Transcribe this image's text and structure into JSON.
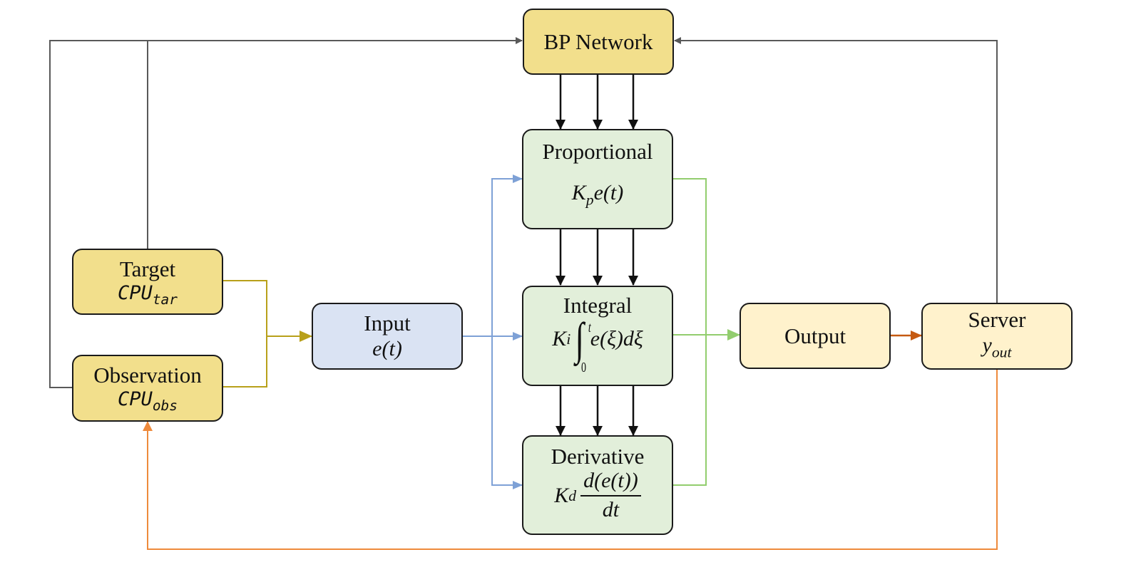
{
  "nodes": {
    "bp_network": {
      "label": "BP Network"
    },
    "target": {
      "label": "Target",
      "var_base": "CPU",
      "var_sub": "tar"
    },
    "observation": {
      "label": "Observation",
      "var_base": "CPU",
      "var_sub": "obs"
    },
    "input": {
      "label": "Input",
      "expr": "e(t)"
    },
    "proportional": {
      "label": "Proportional",
      "coef_base": "K",
      "coef_sub": "p",
      "expr": "e(t)"
    },
    "integral": {
      "label": "Integral",
      "coef_base": "K",
      "coef_sub": "i",
      "upper": "t",
      "lower": "0",
      "integrand": "e(ξ)dξ"
    },
    "derivative": {
      "label": "Derivative",
      "coef_base": "K",
      "coef_sub": "d",
      "numerator": "d(e(t))",
      "denominator": "dt"
    },
    "output": {
      "label": "Output"
    },
    "server": {
      "label": "Server",
      "var_base": "y",
      "var_sub": "out"
    }
  },
  "colors": {
    "gray_line": "#595959",
    "gold_line": "#b8a01a",
    "blue_line": "#7ea1d6",
    "green_line": "#92cd6e",
    "orange_line": "#ee8a3c",
    "dark_orange_line": "#c55a11",
    "black_line": "#111111"
  }
}
